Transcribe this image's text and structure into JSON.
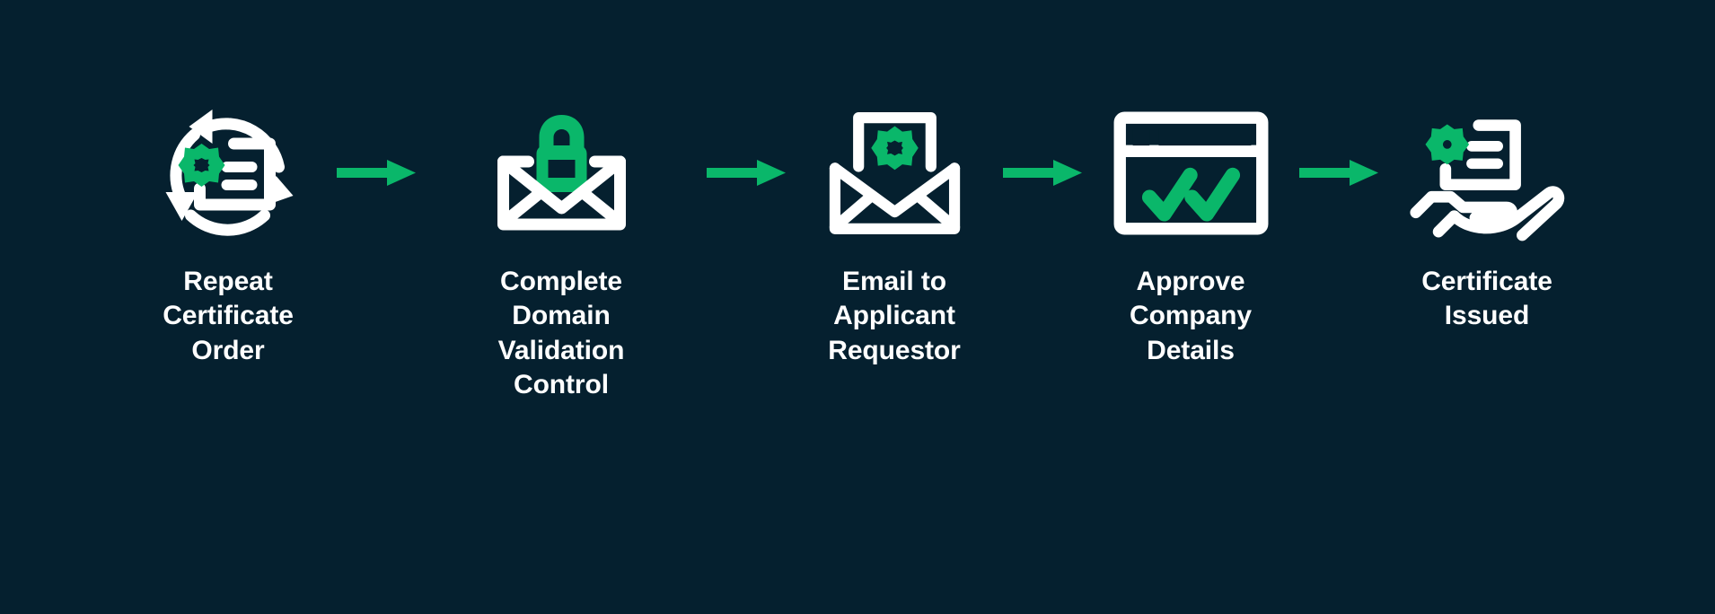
{
  "colors": {
    "background": "#05202f",
    "icon_white": "#ffffff",
    "accent_green": "#0aB76a",
    "text": "#ffffff"
  },
  "diagram": {
    "type": "process-flow",
    "orientation": "horizontal",
    "step_count": 5,
    "arrow_count": 4,
    "steps": [
      {
        "id": "repeat-certificate-order",
        "icon": "repeat-certificate-icon",
        "label": "Repeat\nCertificate\nOrder",
        "label_lines": [
          "Repeat",
          "Certificate",
          "Order"
        ]
      },
      {
        "id": "complete-domain-validation-control",
        "icon": "envelope-lock-icon",
        "label": "Complete Domain\nValidation\nControl",
        "label_lines": [
          "Complete Domain",
          "Validation",
          "Control"
        ]
      },
      {
        "id": "email-to-applicant-requestor",
        "icon": "open-envelope-seal-icon",
        "label": "Email to\nApplicant\nRequestor",
        "label_lines": [
          "Email to",
          "Applicant",
          "Requestor"
        ]
      },
      {
        "id": "approve-company-details",
        "icon": "browser-window-checkmarks-icon",
        "label": "Approve\nCompany\nDetails",
        "label_lines": [
          "Approve",
          "Company",
          "Details"
        ]
      },
      {
        "id": "certificate-issued",
        "icon": "hand-holding-certificate-icon",
        "label": "Certificate\nIssued",
        "label_lines": [
          "Certificate",
          "Issued"
        ]
      }
    ],
    "arrows": [
      {
        "id": "arrow-1",
        "icon": "arrow-right-icon"
      },
      {
        "id": "arrow-2",
        "icon": "arrow-right-icon"
      },
      {
        "id": "arrow-3",
        "icon": "arrow-right-icon"
      },
      {
        "id": "arrow-4",
        "icon": "arrow-right-icon"
      }
    ]
  }
}
